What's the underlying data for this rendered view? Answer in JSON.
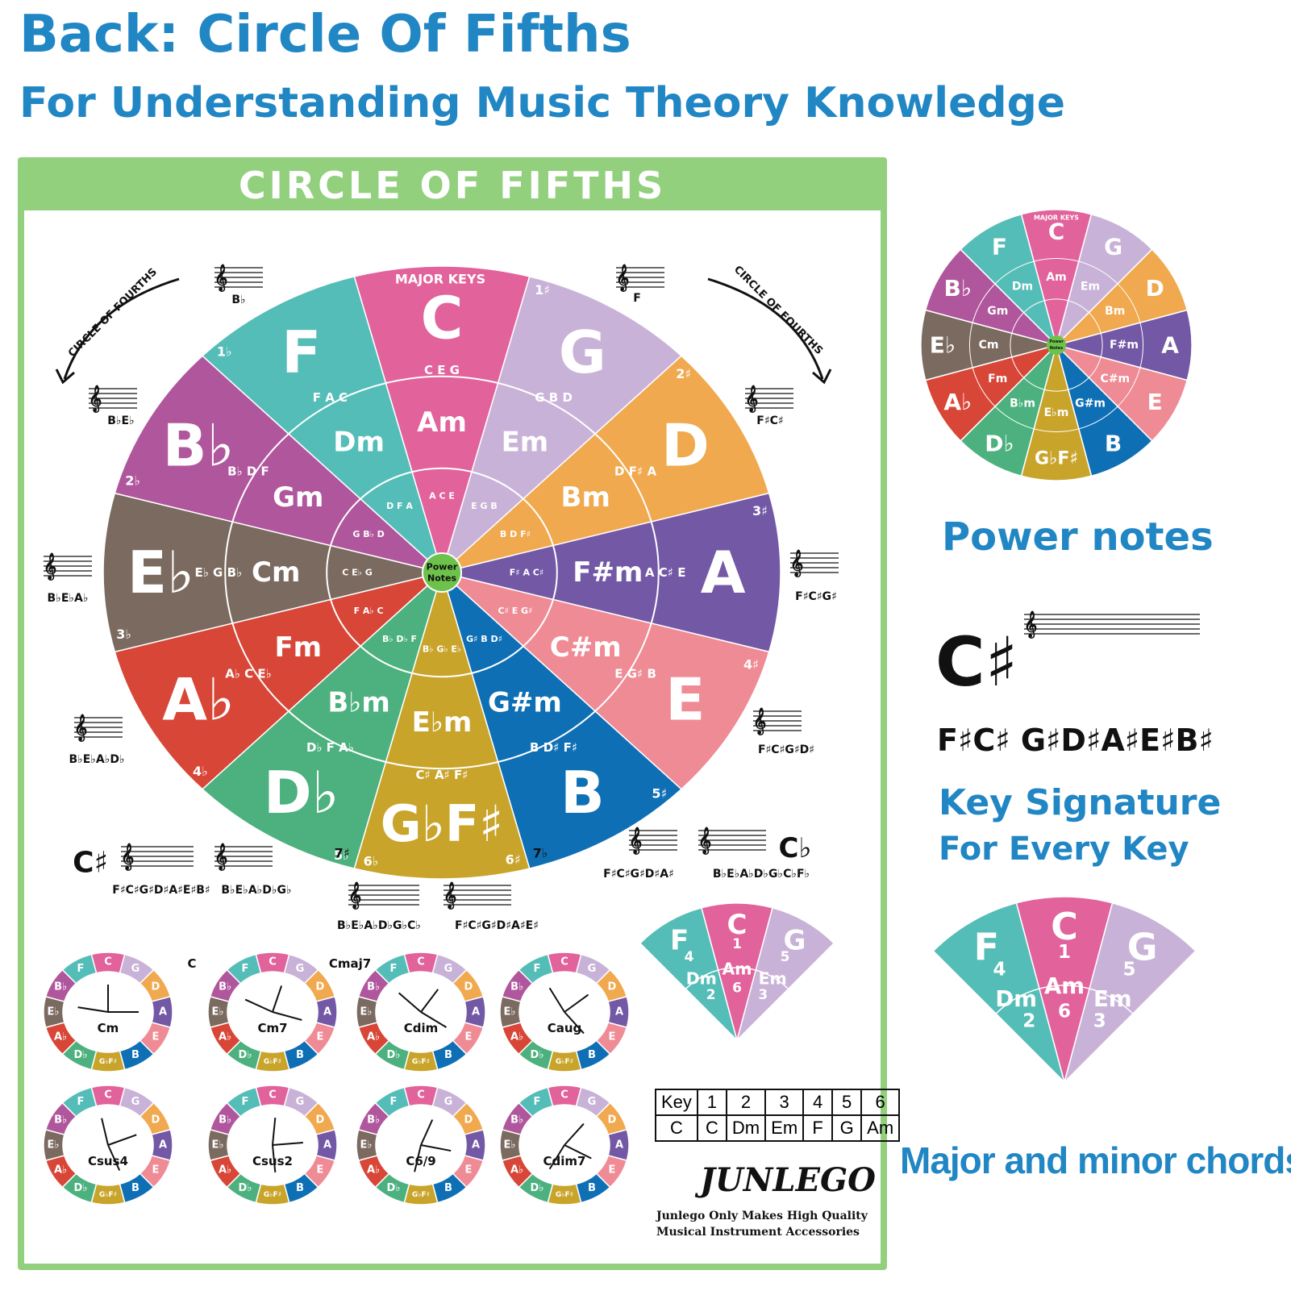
{
  "header": {
    "title": "Back: Circle Of Fifths",
    "subtitle": "For Understanding Music Theory Knowledge"
  },
  "poster": {
    "title": "CIRCLE OF FIFTHS",
    "major_keys_label": "MAJOR KEYS",
    "center_label_1": "Power",
    "center_label_2": "Notes",
    "circle_of_fourths_left": "CIRCLE OF FOURTHS",
    "circle_of_fourths_right": "CIRCLE OF FOURTHS",
    "colors": [
      "#e2629b",
      "#c9b2d8",
      "#f0a94e",
      "#7358a6",
      "#ef8b95",
      "#0f6fb5",
      "#c9a42b",
      "#4cb17e",
      "#d84637",
      "#7b6a5f",
      "#b0569c",
      "#55bdb7"
    ],
    "segments": [
      {
        "major": "C",
        "minor": "Am",
        "count": "",
        "major_triad": "C E G",
        "minor_triad": "A C E"
      },
      {
        "major": "G",
        "minor": "Em",
        "count": "1♯",
        "major_triad": "G B D",
        "minor_triad": "E G B"
      },
      {
        "major": "D",
        "minor": "Bm",
        "count": "2♯",
        "major_triad": "D F♯ A",
        "minor_triad": "B D F♯"
      },
      {
        "major": "A",
        "minor": "F#m",
        "count": "3♯",
        "major_triad": "A C♯ E",
        "minor_triad": "F♯ A C♯"
      },
      {
        "major": "E",
        "minor": "C#m",
        "count": "4♯",
        "major_triad": "E G♯ B",
        "minor_triad": "C♯ E G♯"
      },
      {
        "major": "B",
        "minor": "G#m",
        "count": "5♯",
        "major_triad": "B D♯ F♯",
        "minor_triad": "G♯ B D♯"
      },
      {
        "major": "G♭F♯",
        "minor": "E♭m",
        "count_left": "6♭",
        "count_right": "6♯",
        "major_triad": "C♯ A♯ F♯",
        "minor_triad": "B♭ G♭ E♭"
      },
      {
        "major": "D♭",
        "minor": "B♭m",
        "count": "5♭",
        "major_triad": "D♭ F A♭",
        "minor_triad": "B♭ D♭ F"
      },
      {
        "major": "A♭",
        "minor": "Fm",
        "count": "4♭",
        "major_triad": "A♭ C E♭",
        "minor_triad": "F A♭ C"
      },
      {
        "major": "E♭",
        "minor": "Cm",
        "count": "3♭",
        "major_triad": "E♭ G B♭",
        "minor_triad": "C E♭ G"
      },
      {
        "major": "B♭",
        "minor": "Gm",
        "count": "2♭",
        "major_triad": "B♭ D F",
        "minor_triad": "G B♭ D"
      },
      {
        "major": "F",
        "minor": "Dm",
        "count": "1♭",
        "major_triad": "F A C",
        "minor_triad": "D F A"
      }
    ],
    "extra_counts": {
      "seven_sharp": "7♯",
      "seven_flat": "7♭"
    },
    "key_signatures": [
      {
        "label": "B♭"
      },
      {
        "label": "F"
      },
      {
        "label": "B♭E♭"
      },
      {
        "label": "F♯C♯"
      },
      {
        "label": "B♭E♭A♭"
      },
      {
        "label": "F♯C♯G♯"
      },
      {
        "label": "B♭E♭A♭D♭"
      },
      {
        "label": "F♯C♯G♯D♯"
      },
      {
        "label": "F♯C♯G♯D♯A♯E♯B♯"
      },
      {
        "label": "B♭E♭A♭D♭G♭"
      },
      {
        "label": "F♯C♯G♯D♯A♯"
      },
      {
        "label": "B♭E♭A♭D♭G♭C♭F♭"
      },
      {
        "label": "B♭E♭A♭D♭G♭C♭"
      },
      {
        "label": "F♯C♯G♯D♯A♯E♯"
      }
    ],
    "big_key_csharp": "C♯",
    "big_key_cflat": "C♭",
    "mini_wheels": [
      {
        "label": "Cm",
        "extra": "C"
      },
      {
        "label": "Cm7",
        "extra": "Cmaj7"
      },
      {
        "label": "Cdim"
      },
      {
        "label": "Caug"
      },
      {
        "label": "Csus4"
      },
      {
        "label": "Csus2"
      },
      {
        "label": "C6/9"
      },
      {
        "label": "Cdim7"
      }
    ],
    "mini_wheel_notes": [
      "C",
      "G",
      "D",
      "A",
      "E",
      "B",
      "G♭F♯",
      "D♭",
      "A♭",
      "E♭",
      "B♭",
      "F"
    ],
    "fan": {
      "majors": [
        "F",
        "C",
        "G"
      ],
      "minors": [
        "Dm",
        "Am",
        "Em"
      ],
      "major_degrees": [
        "4",
        "1",
        "5"
      ],
      "minor_degrees": [
        "2",
        "6",
        "3"
      ]
    },
    "table": {
      "header": [
        "Key",
        "1",
        "2",
        "3",
        "4",
        "5",
        "6"
      ],
      "row": [
        "C",
        "C",
        "Dm",
        "Em",
        "F",
        "G",
        "Am"
      ]
    },
    "brand": "JUNLEGO",
    "brand_line1": "Junlego Only Makes High Quality",
    "brand_line2": "Musical Instrument Accessories"
  },
  "side": {
    "power_notes": "Power notes",
    "big_key": "C♯",
    "big_key_notes": "F♯C♯ G♯D♯A♯E♯B♯",
    "key_sig_1": "Key Signature",
    "key_sig_2": "For Every Key",
    "major_minor": "Major and minor chords",
    "mini_major_keys": "MAJOR KEYS",
    "mini_center_1": "Power",
    "mini_center_2": "Notes"
  }
}
